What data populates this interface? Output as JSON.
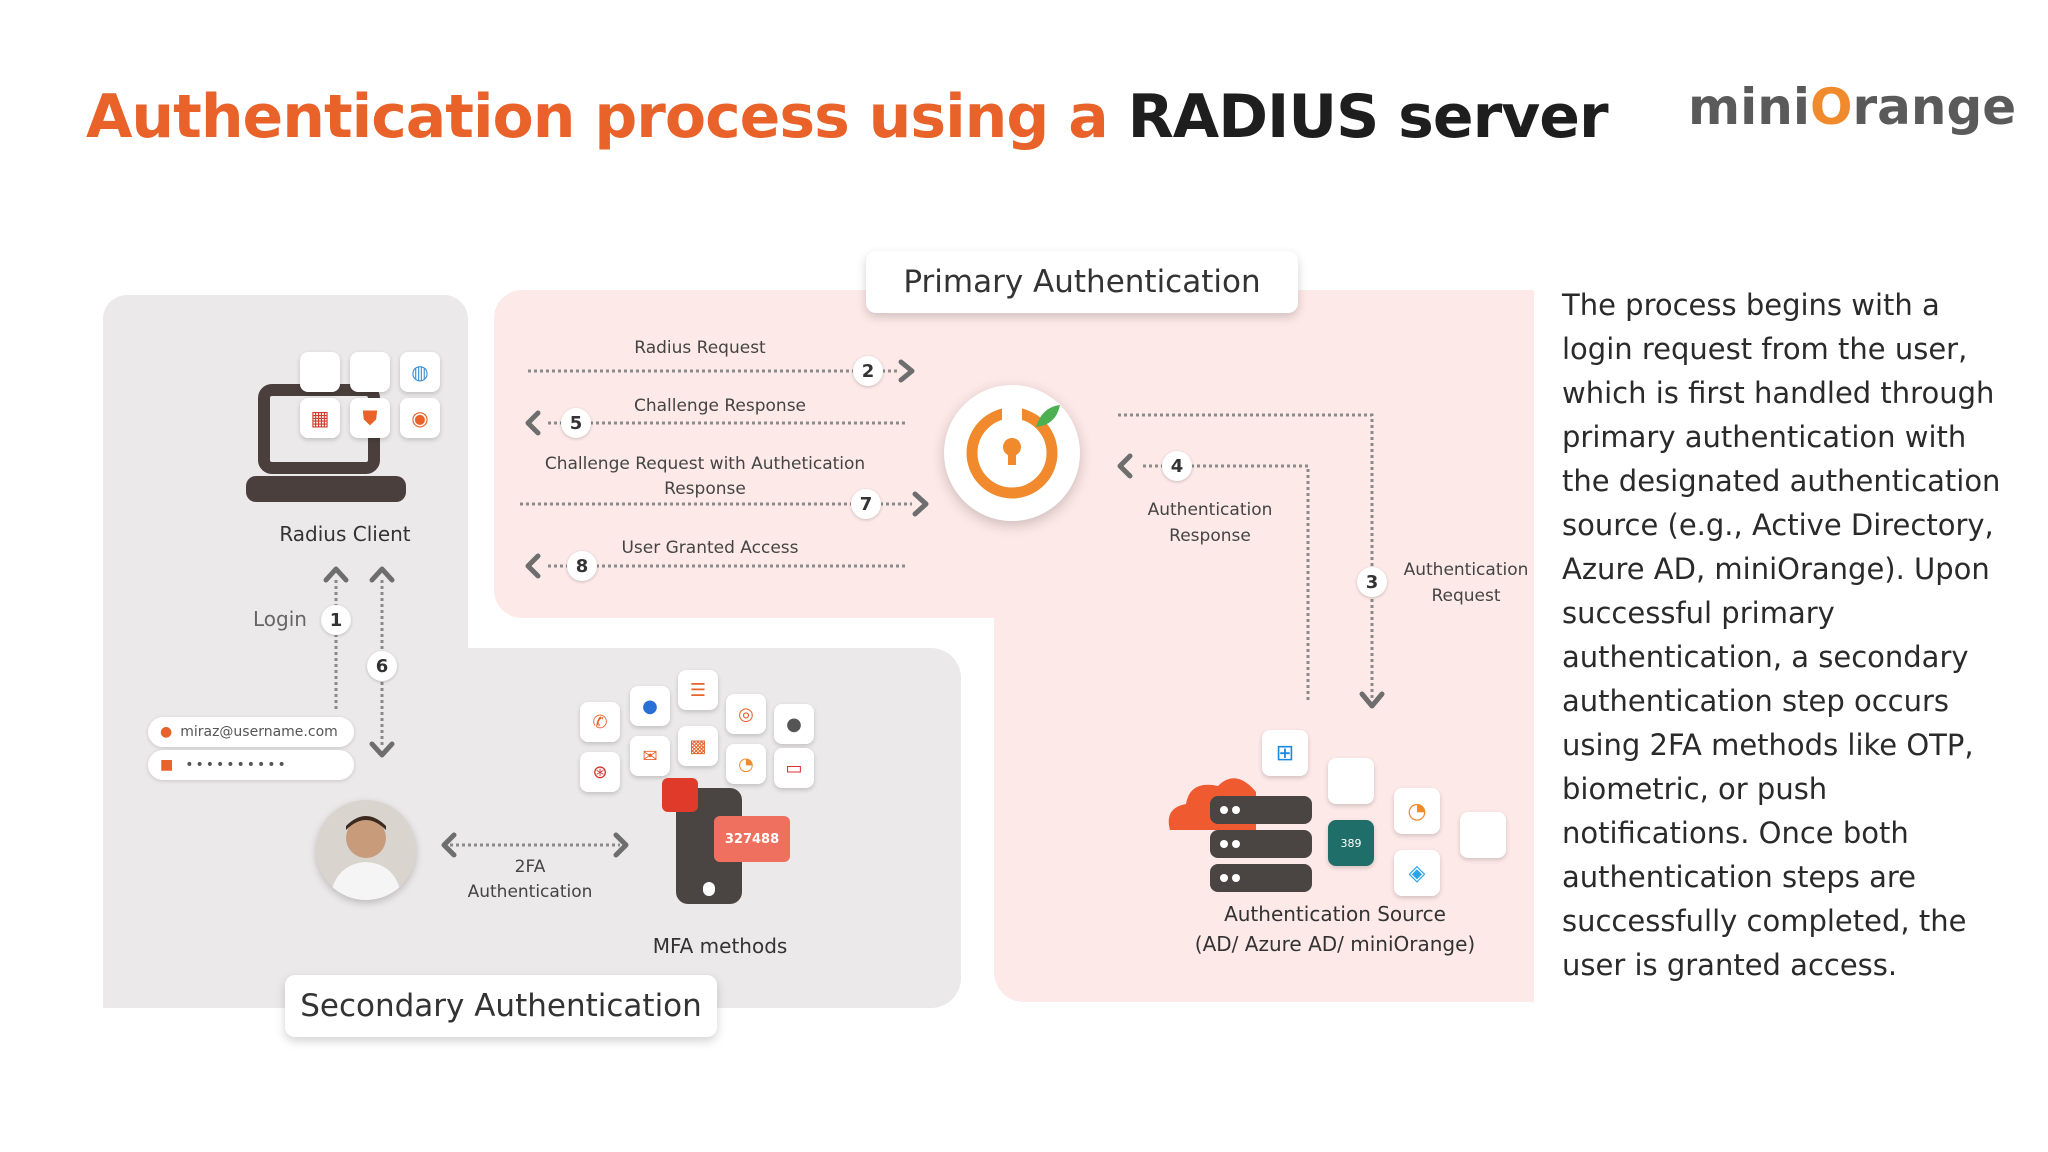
{
  "title": {
    "part1": "Authentication process using a",
    "part2": "RADIUS server"
  },
  "logo": {
    "before": "mini",
    "o": "O",
    "after": "range"
  },
  "description": "The process begins with a login request from the user, which is first handled through primary authentication with the designated authentication source (e.g., Active Directory, Azure AD, miniOrange). Upon successful primary authentication, a secondary authentication step occurs using 2FA methods like OTP, biometric, or push notifications. Once both authentication steps are successfully completed, the user is granted access.",
  "primary": {
    "heading": "Primary Authentication"
  },
  "secondary": {
    "heading": "Secondary Authentication"
  },
  "radius_client": {
    "label": "Radius Client"
  },
  "flows": {
    "radius_request": "Radius Request",
    "challenge_response": "Challenge Response",
    "challenge_request_line1": "Challenge Request with Authetication",
    "challenge_request_line2": "Response",
    "user_granted": "User Granted Access",
    "auth_response_line1": "Authentication",
    "auth_response_line2": "Response",
    "auth_request_line1": "Authentication",
    "auth_request_line2": "Request",
    "login": "Login",
    "twofa_line1": "2FA",
    "twofa_line2": "Authentication"
  },
  "steps": [
    "1",
    "2",
    "3",
    "4",
    "5",
    "6",
    "7",
    "8"
  ],
  "login_form": {
    "username": "miraz@username.com",
    "password": "••••••••••"
  },
  "mfa": {
    "label": "MFA methods",
    "otp": "327488"
  },
  "auth_source": {
    "line1": "Authentication Source",
    "line2": "(AD/ Azure AD/ miniOrange)"
  },
  "colors": {
    "accent": "#e8622a",
    "grey_panel": "#ebe9e9",
    "pink_panel": "#fde9e8"
  }
}
